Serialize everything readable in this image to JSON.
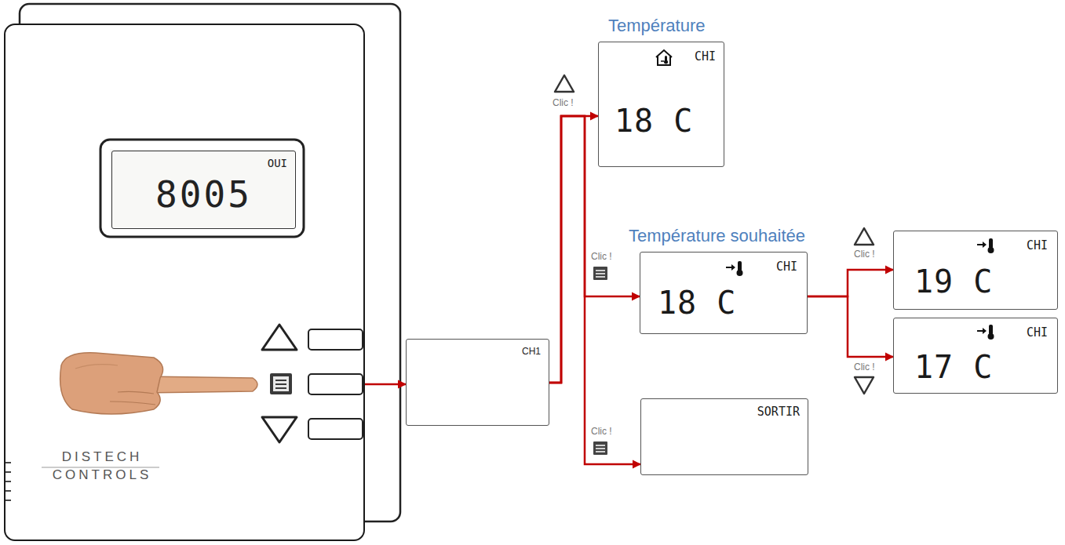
{
  "diagram": {
    "nodes": [
      {
        "text": [
          "DISTECH CONTROLS"
        ]
      },
      {
        "text": [
          "OUI",
          "8005"
        ],
        "in": 0
      },
      {
        "text": [
          "CH1"
        ]
      },
      {
        "text": [
          "Température",
          "CHI",
          "18 C"
        ]
      },
      {
        "text": [
          "Température souhaitée",
          "CHI",
          "18 C"
        ]
      },
      {
        "text": [
          "SORTIR"
        ]
      },
      {
        "text": [
          "CHI",
          "19 C"
        ]
      },
      {
        "text": [
          "CHI",
          "17 C"
        ]
      }
    ],
    "edges": [
      {
        "from": 0,
        "to": 2,
        "arrow": "to"
      },
      {
        "from": 2,
        "to": 3,
        "label": "Clic !",
        "arrow": "to"
      },
      {
        "from": 2,
        "to": 4,
        "label": "Clic !",
        "arrow": "to"
      },
      {
        "from": 2,
        "to": 5,
        "label": "Clic !",
        "arrow": "to"
      },
      {
        "from": 4,
        "to": 6,
        "label": "Clic !",
        "arrow": "to"
      },
      {
        "from": 4,
        "to": 7,
        "label": "Clic !",
        "arrow": "to"
      }
    ]
  }
}
